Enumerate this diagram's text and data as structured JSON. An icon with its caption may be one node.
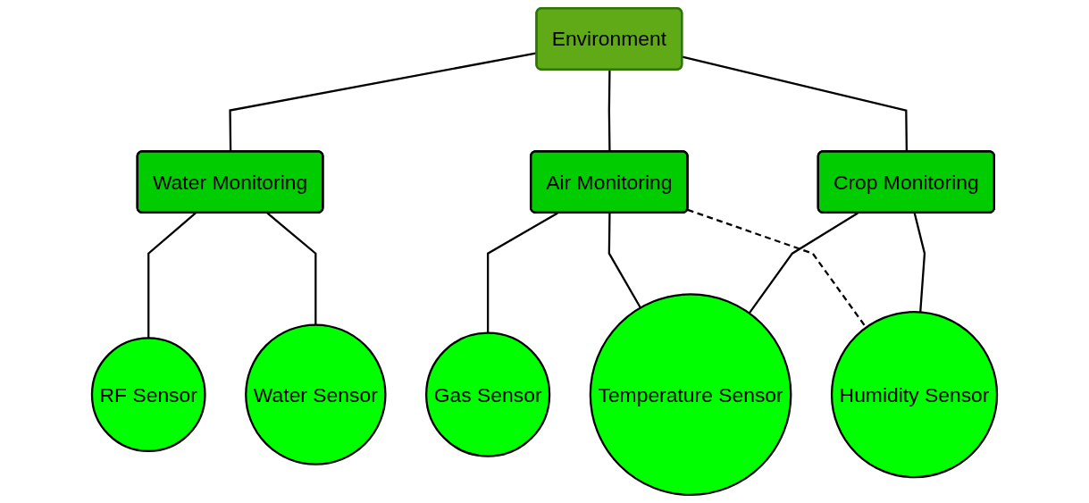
{
  "diagram": {
    "nodes": [
      {
        "text": [
          "Environment"
        ]
      },
      {
        "text": [
          "Water Monitoring"
        ]
      },
      {
        "text": [
          "Air Monitoring"
        ]
      },
      {
        "text": [
          "Crop Monitoring"
        ]
      },
      {
        "text": [
          "RF Sensor"
        ]
      },
      {
        "text": [
          "Water Sensor"
        ]
      },
      {
        "text": [
          "Gas Sensor"
        ]
      },
      {
        "text": [
          "Temperature Sensor"
        ]
      },
      {
        "text": [
          "Humidity Sensor"
        ]
      }
    ],
    "edges": [
      {
        "from": 0,
        "to": 1,
        "arrow": "none"
      },
      {
        "from": 0,
        "to": 2,
        "arrow": "none"
      },
      {
        "from": 0,
        "to": 3,
        "arrow": "none"
      },
      {
        "from": 1,
        "to": 4,
        "arrow": "none"
      },
      {
        "from": 1,
        "to": 5,
        "arrow": "none"
      },
      {
        "from": 2,
        "to": 6,
        "arrow": "none"
      },
      {
        "from": 2,
        "to": 7,
        "arrow": "none"
      },
      {
        "from": 3,
        "to": 7,
        "arrow": "none"
      },
      {
        "from": 2,
        "to": 8,
        "arrow": "none",
        "style": "dashed"
      },
      {
        "from": 3,
        "to": 8,
        "arrow": "none"
      }
    ]
  }
}
